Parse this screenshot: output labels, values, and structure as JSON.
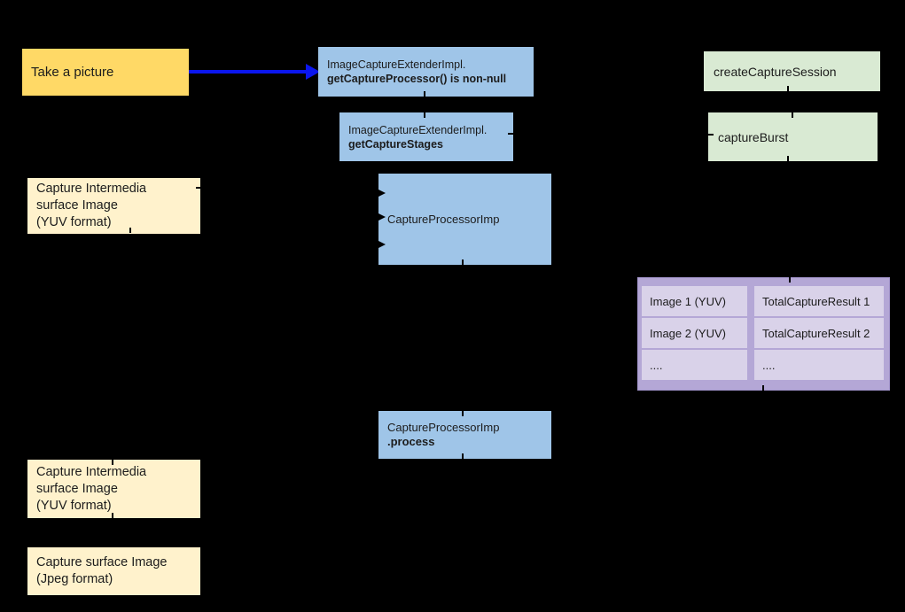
{
  "diagram": {
    "background": "#000000",
    "colors": {
      "take_picture_fill": "#FFD966",
      "surface_note_fill": "#FFF2CC",
      "api_box_fill": "#9FC5E8",
      "session_box_fill": "#D9EAD3",
      "table_outer_fill": "#B4A7D6",
      "table_cell_fill": "#D9D2E9",
      "arrow_color": "#0B16EE",
      "text_color": "#1c1c1c"
    },
    "nodes": {
      "take_picture": {
        "label": "Take a picture"
      },
      "get_capture_processor": {
        "line1": "ImageCaptureExtenderImpl.",
        "line2_bold": "getCaptureProcessor() is non-null"
      },
      "get_capture_stages": {
        "line1": "ImageCaptureExtenderImpl.",
        "line2_bold": "getCaptureStages"
      },
      "capture_intermedia_top": {
        "line1": "Capture Intermedia",
        "line2": "surface Image",
        "line3": "(YUV format)"
      },
      "capture_processor_imp": {
        "label": "CaptureProcessorImp"
      },
      "create_capture_session": {
        "label": "createCaptureSession"
      },
      "capture_burst": {
        "label": "captureBurst"
      },
      "capture_processor_process": {
        "line1": "CaptureProcessorImp",
        "line2_bold": ".process"
      },
      "capture_intermedia_bottom": {
        "line1": "Capture Intermedia",
        "line2": "surface Image",
        "line3": "(YUV format)"
      },
      "capture_surface_jpeg": {
        "line1": "Capture surface Image",
        "line2": "(Jpeg format)"
      }
    },
    "results_table": {
      "rows": [
        [
          "Image 1 (YUV)",
          "TotalCaptureResult 1"
        ],
        [
          "Image 2 (YUV)",
          "TotalCaptureResult 2"
        ],
        [
          "....",
          "...."
        ]
      ]
    }
  }
}
